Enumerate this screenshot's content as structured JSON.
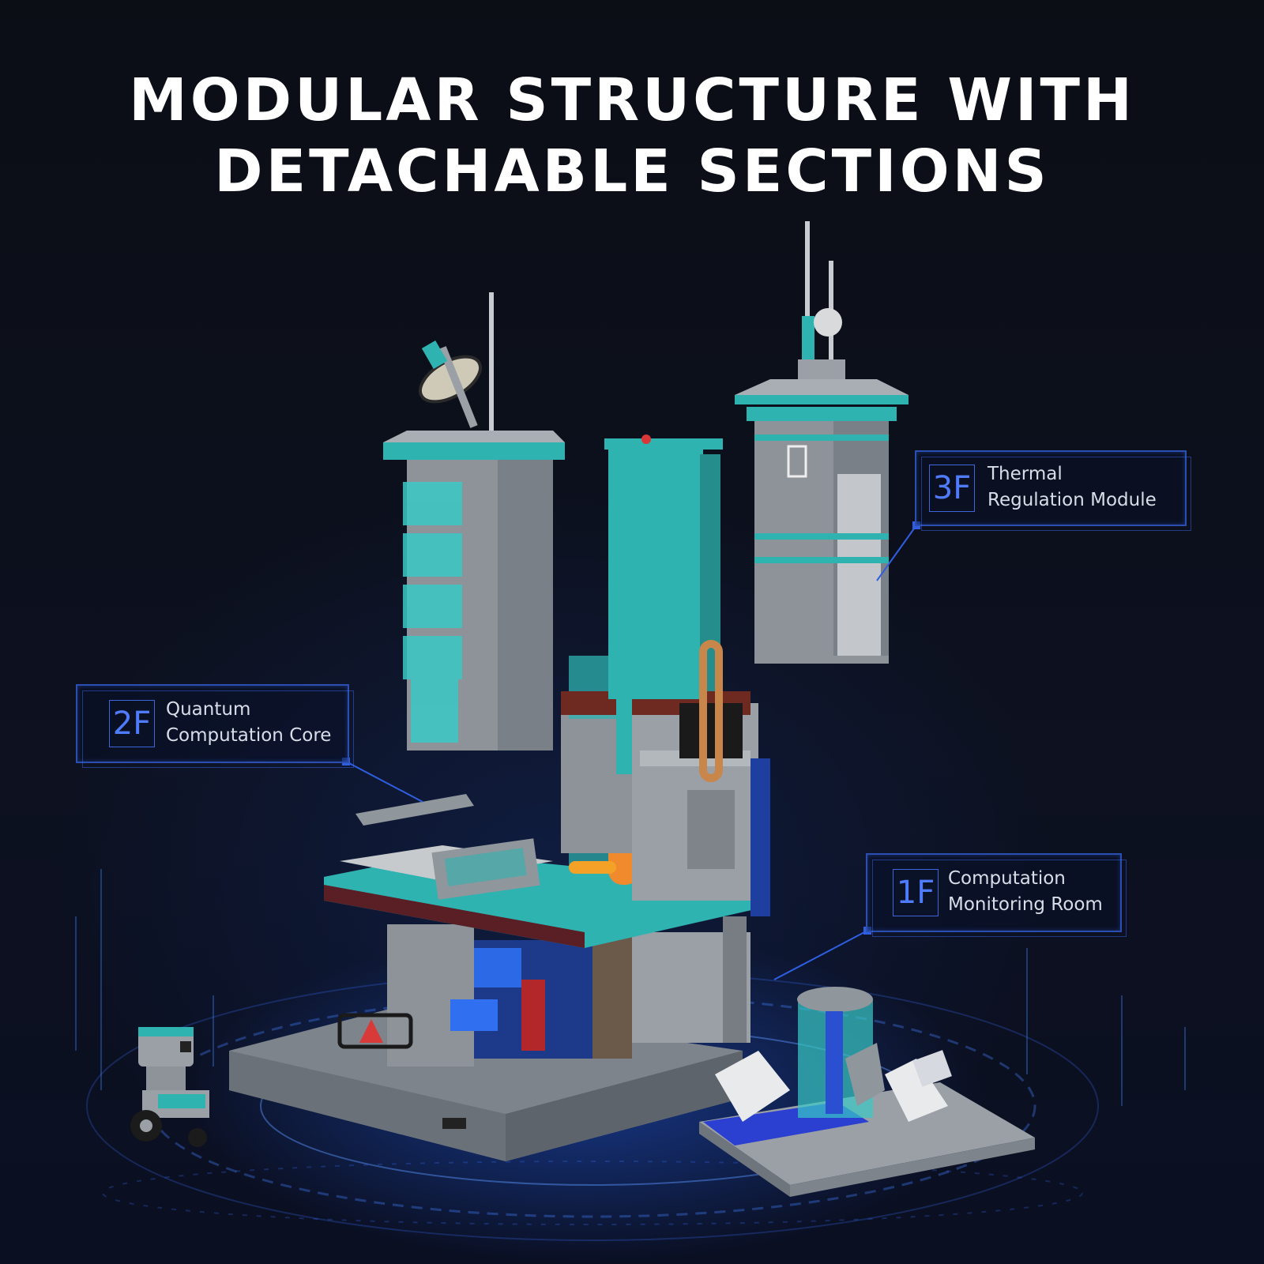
{
  "headline": {
    "line1": "MODULAR STRUCTURE WITH",
    "line2": "DETACHABLE SECTIONS"
  },
  "callouts": [
    {
      "floor": "3F",
      "line1": "Thermal",
      "line2": "Regulation Module"
    },
    {
      "floor": "2F",
      "line1": "Quantum",
      "line2": "Computation Core"
    },
    {
      "floor": "1F",
      "line1": "Computation",
      "line2": "Monitoring Room"
    }
  ],
  "colors": {
    "accent_teal": "#2fb3b0",
    "brick_gray": "#8d9399",
    "callout_blue": "#3f66d8",
    "background": "#0c0f17"
  }
}
